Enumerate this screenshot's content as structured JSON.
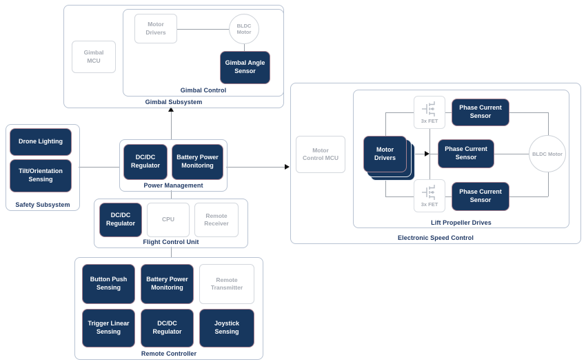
{
  "colors": {
    "navy_fill": "#17375e",
    "label_navy": "#1f3864",
    "gray_text": "#a6abb3",
    "container_border": "#b7c2d2",
    "dark_box_border": "#c08e99",
    "line": "#9aa0a8",
    "arrow": "#111111"
  },
  "gimbal_subsystem": {
    "label": "Gimbal Subsystem",
    "gimbal_mcu": "Gimbal MCU",
    "gimbal_control": {
      "label": "Gimbal Control",
      "motor_drivers": "Motor Drivers",
      "bldc_motor": "BLDC Motor",
      "gimbal_angle_sensor": "Gimbal Angle Sensor"
    }
  },
  "safety_subsystem": {
    "label": "Safety Subsystem",
    "drone_lighting": "Drone Lighting",
    "tilt_orientation_sensing": "Tilt/Orientation Sensing"
  },
  "power_management": {
    "label": "Power Management",
    "dcdc_regulator": "DC/DC Regulator",
    "battery_power_monitoring": "Battery Power Monitoring"
  },
  "flight_control_unit": {
    "label": "Flight Control Unit",
    "dcdc_regulator": "DC/DC Regulator",
    "cpu": "CPU",
    "remote_receiver": "Remote Receiver"
  },
  "remote_controller": {
    "label": "Remote Controller",
    "button_push_sensing": "Button Push Sensing",
    "battery_power_monitoring": "Battery Power Monitoring",
    "remote_transmitter": "Remote Transmitter",
    "trigger_linear_sensing": "Trigger Linear Sensing",
    "dcdc_regulator": "DC/DC Regulator",
    "joystick_sensing": "Joystick Sensing"
  },
  "esc": {
    "label": "Electronic Speed Control",
    "motor_control_mcu": "Motor Control MCU",
    "lift_propeller_drives": {
      "label": "Lift Propeller Drives",
      "motor_drivers": "Motor Drivers",
      "fet_top": "3x FET",
      "fet_bottom": "3x FET",
      "phase_current_sensor_top": "Phase Current Sensor",
      "phase_current_sensor_mid": "Phase Current Sensor",
      "phase_current_sensor_bottom": "Phase Current Sensor",
      "bldc_motor": "BLDC Motor"
    }
  }
}
